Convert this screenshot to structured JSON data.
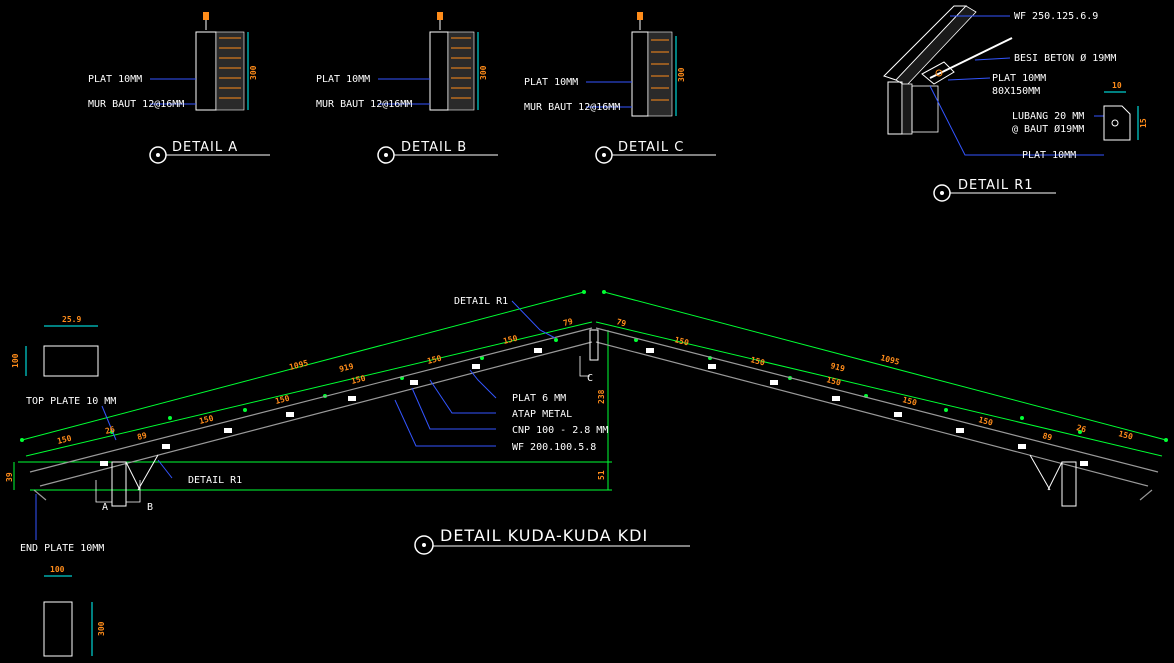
{
  "details": {
    "a": {
      "title": "DETAIL A",
      "plat": "PLAT 10MM",
      "mur": "MUR BAUT 12@16MM"
    },
    "b": {
      "title": "DETAIL B",
      "plat": "PLAT 10MM",
      "mur": "MUR BAUT 12@16MM"
    },
    "c": {
      "title": "DETAIL C",
      "plat": "PLAT 10MM",
      "mur": "MUR BAUT 12@16MM"
    },
    "r1": {
      "title": "DETAIL R1",
      "wf": "WF 250.125.6.9",
      "besi": "BESI BETON Ø 19MM",
      "plat1": "PLAT 10MM",
      "plat1_size": "80X150MM",
      "lubang": "LUBANG 20 MM",
      "baut": "@ BAUT Ø19MM",
      "plat2": "PLAT 10MM",
      "dim_w": "10",
      "dim_h": "15"
    }
  },
  "truss": {
    "title": "DETAIL KUDA-KUDA KDI",
    "detail_r1_top": "DETAIL R1",
    "detail_r1_bottom": "DETAIL R1",
    "top_plate": "TOP PLATE 10 MM",
    "end_plate": "END PLATE 10MM",
    "plat6": "PLAT 6 MM",
    "atap": "ATAP METAL",
    "cnp": "CNP 100 - 2.8 MM",
    "wf": "WF 200.100.5.8",
    "marker_a": "A",
    "marker_b": "B",
    "marker_c": "C",
    "dim_height": "238",
    "dim_left_edge": "39",
    "dim_base": "51",
    "left_total": "1095",
    "right_total": "1095",
    "left_mid": "919",
    "right_mid": "919",
    "left_apex": "79",
    "right_apex": "79",
    "left_eave": "150",
    "right_eave": "150",
    "left_small": "26",
    "right_small": "26",
    "left_89": "89",
    "right_89": "89",
    "purlin_left": [
      "150",
      "150",
      "150",
      "150",
      "150"
    ],
    "purlin_right": [
      "150",
      "150",
      "150",
      "150",
      "150"
    ]
  },
  "plates": {
    "top_w": "25.9",
    "top_h": "100",
    "end_w": "100",
    "end_h": "300"
  }
}
